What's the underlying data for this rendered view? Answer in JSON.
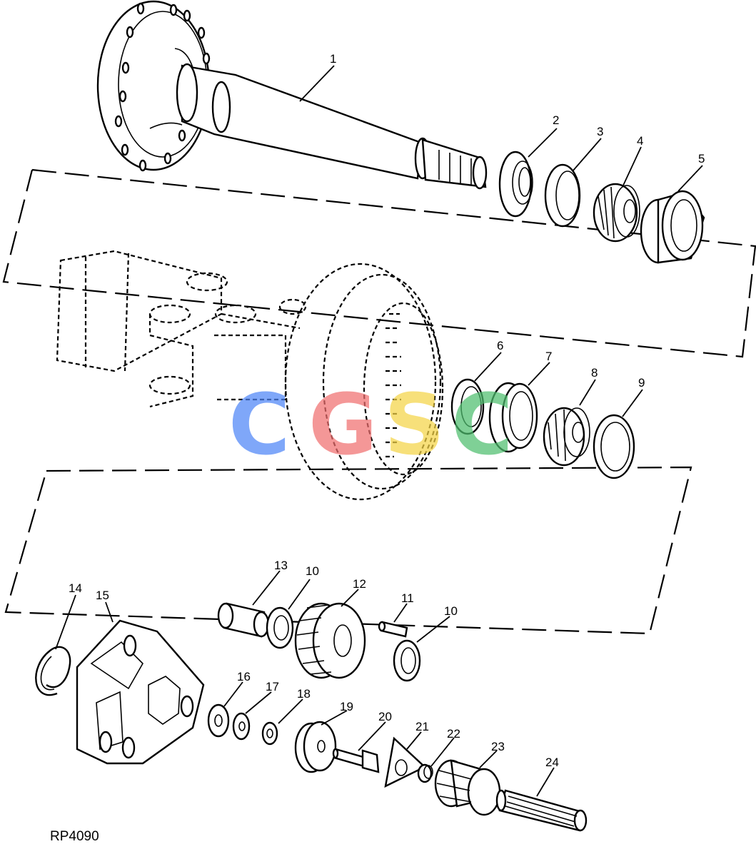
{
  "drawing_id": "RP4090",
  "callouts": [
    "1",
    "2",
    "3",
    "4",
    "5",
    "6",
    "7",
    "8",
    "9",
    "10",
    "10",
    "11",
    "12",
    "13",
    "14",
    "15",
    "16",
    "17",
    "18",
    "19",
    "20",
    "21",
    "22",
    "23",
    "24"
  ],
  "watermark": {
    "letters": [
      "C",
      "G",
      "S",
      "C"
    ],
    "colors": [
      "#4f86f7",
      "#f07070",
      "#f5d547",
      "#4fbf6f"
    ]
  }
}
